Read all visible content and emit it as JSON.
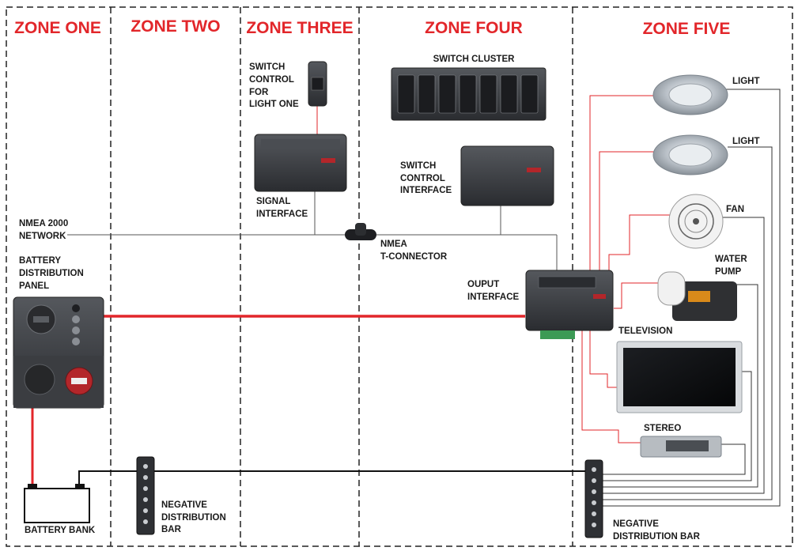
{
  "zones": {
    "one": "ZONE ONE",
    "two": "ZONE TWO",
    "three": "ZONE THREE",
    "four": "ZONE FOUR",
    "five": "ZONE FIVE"
  },
  "labels": {
    "switch_control_light_one": [
      "SWITCH",
      "CONTROL",
      "FOR",
      "LIGHT ONE"
    ],
    "signal_interface": [
      "SIGNAL",
      "INTERFACE"
    ],
    "switch_cluster": "SWITCH CLUSTER",
    "switch_control_interface": [
      "SWITCH",
      "CONTROL",
      "INTERFACE"
    ],
    "nmea_network": [
      "NMEA 2000",
      "NETWORK"
    ],
    "nmea_t_connector": [
      "NMEA",
      "T-CONNECTOR"
    ],
    "battery_distribution_panel": [
      "BATTERY",
      "DISTRIBUTION",
      "PANEL"
    ],
    "output_interface": [
      "OUPUT",
      "INTERFACE"
    ],
    "light_1": "LIGHT",
    "light_2": "LIGHT",
    "fan": "FAN",
    "water_pump": [
      "WATER",
      "PUMP"
    ],
    "television": "TELEVISION",
    "stereo": "STEREO",
    "battery_bank": "BATTERY BANK",
    "negative_bar_left": [
      "NEGATIVE",
      "DISTRIBUTION",
      "BAR"
    ],
    "negative_bar_right": [
      "NEGATIVE",
      "DISTRIBUTION BAR"
    ]
  },
  "colors": {
    "zone_title": "#e2262a",
    "power_wire": "#e2262a",
    "signal_wire": "#555555",
    "ground_wire": "#111111",
    "device_dark": "#3a3c40"
  }
}
